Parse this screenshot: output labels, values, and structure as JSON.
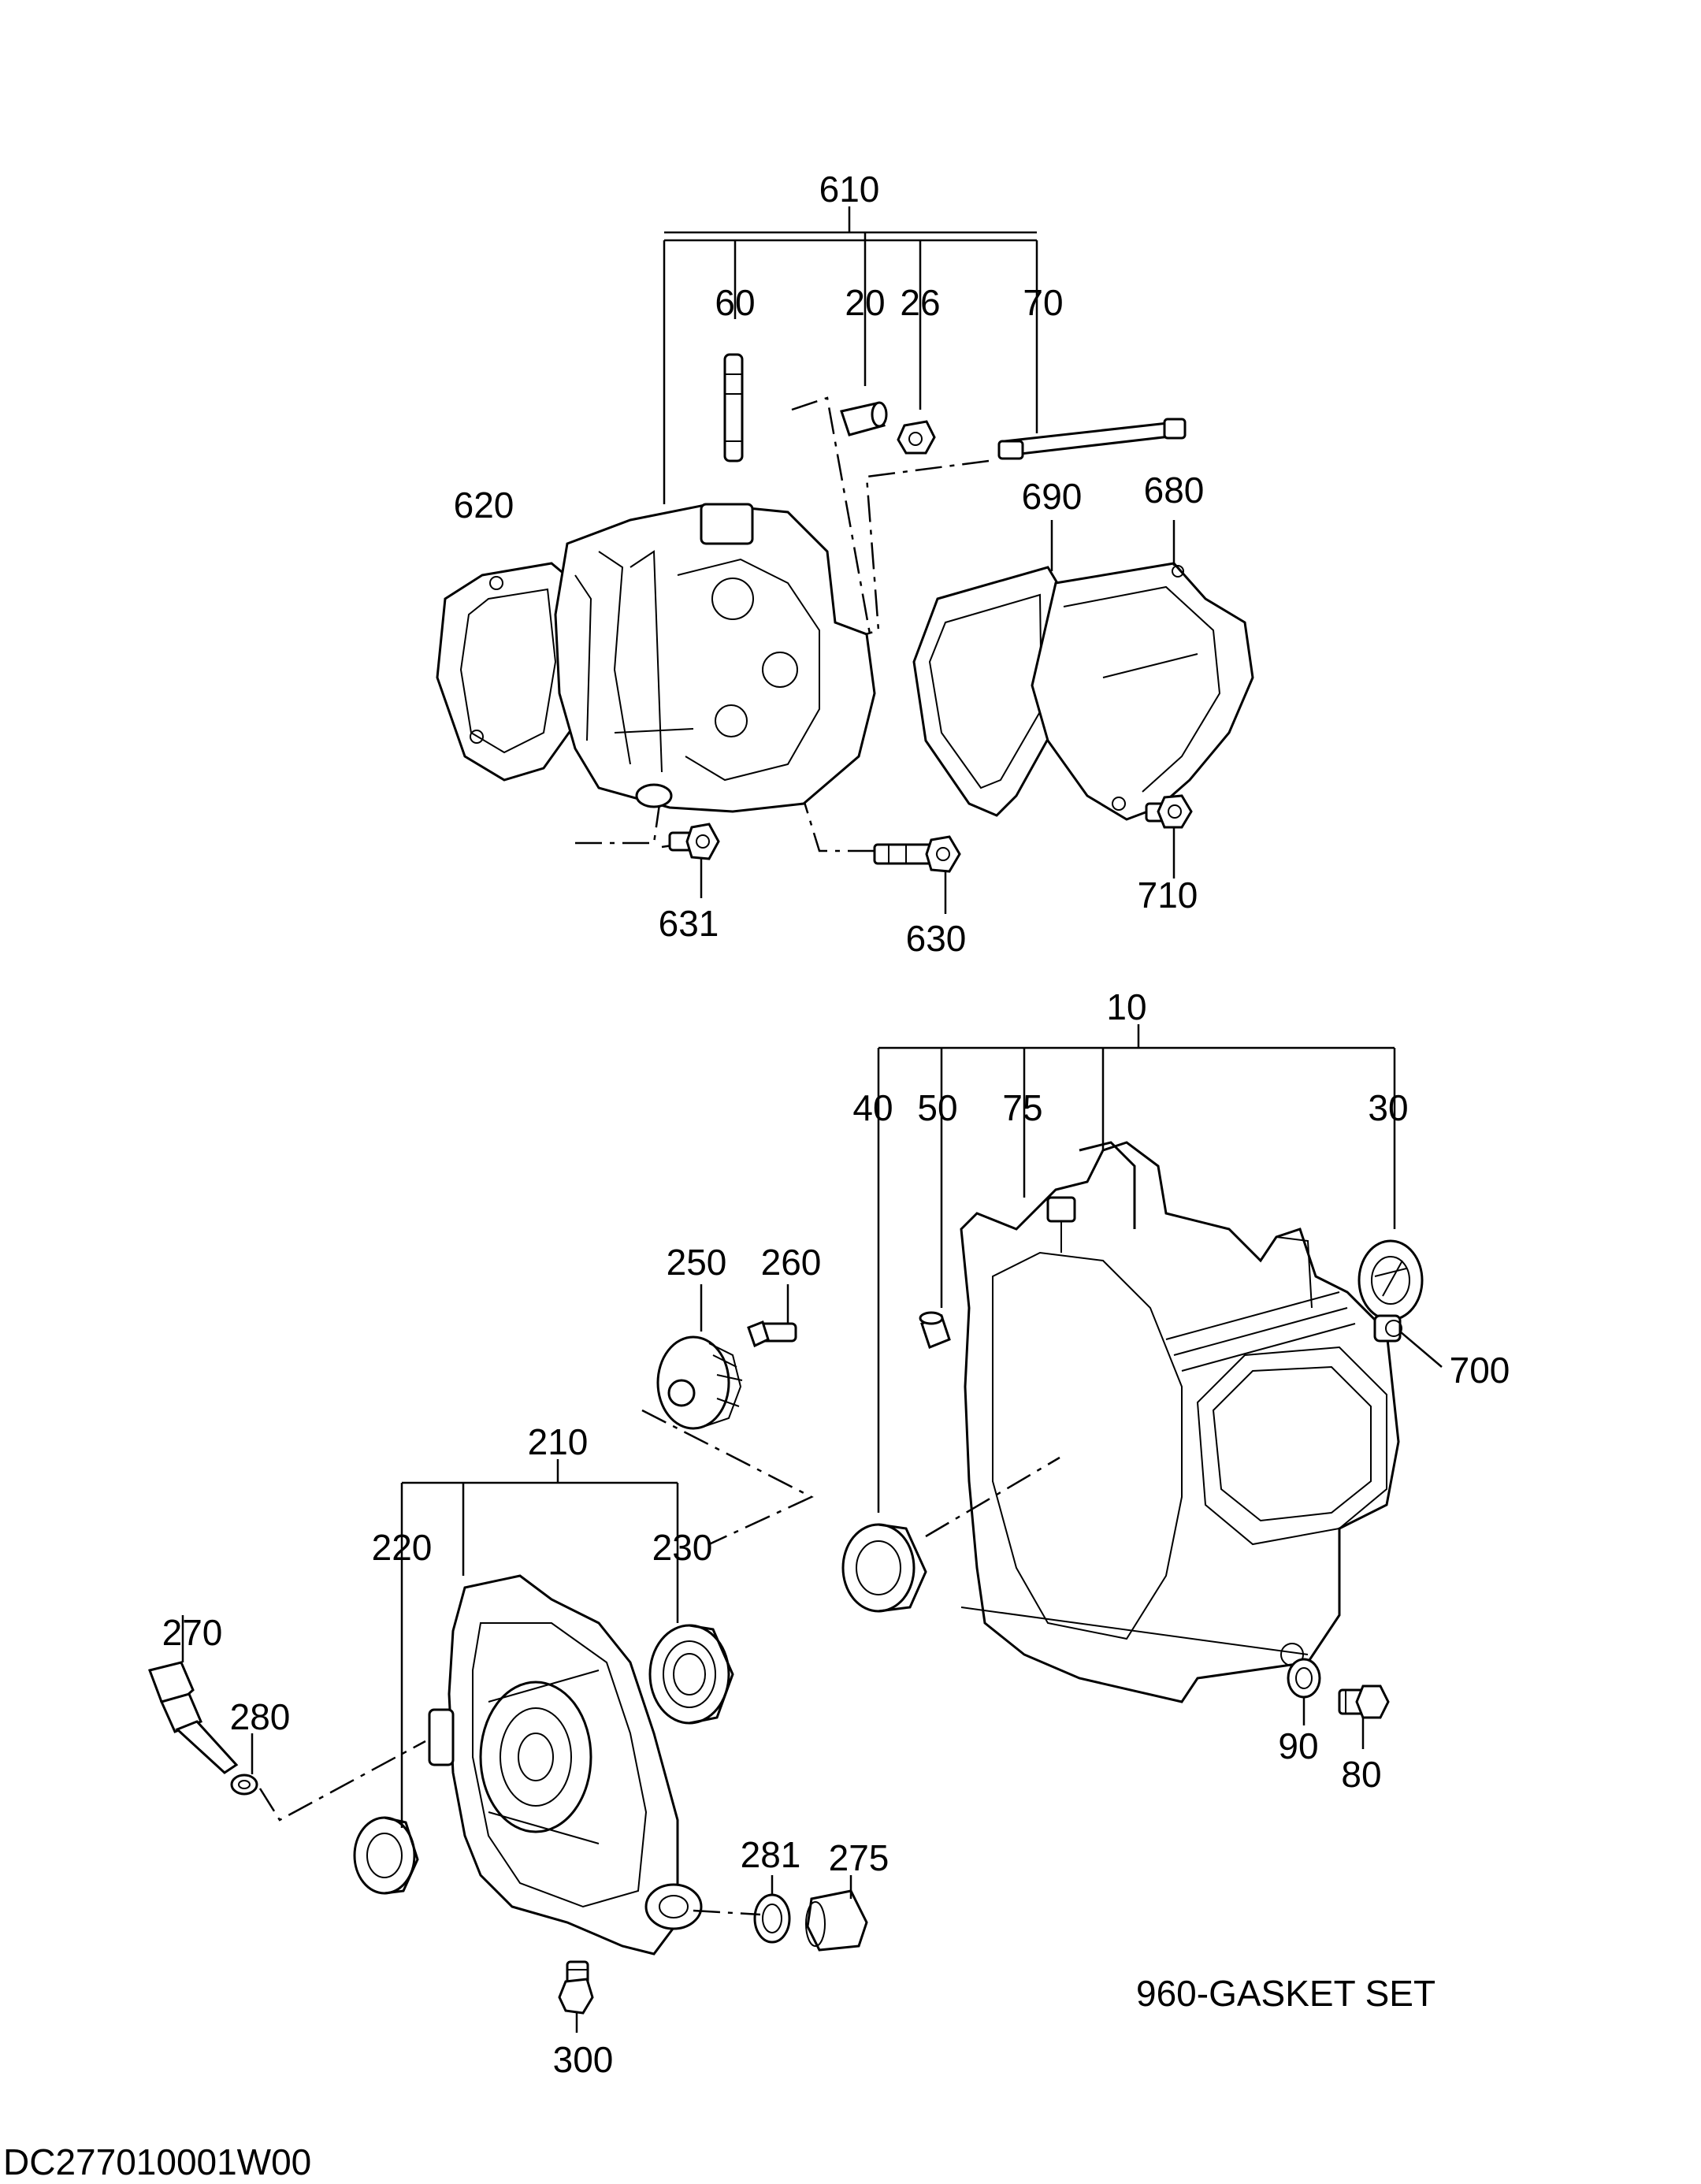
{
  "callouts": {
    "c610": "610",
    "c60": "60",
    "c20": "20",
    "c26": "26",
    "c70": "70",
    "c620": "620",
    "c690": "690",
    "c680": "680",
    "c631": "631",
    "c630": "630",
    "c710": "710",
    "c10": "10",
    "c40": "40",
    "c50": "50",
    "c75": "75",
    "c30": "30",
    "c700": "700",
    "c250": "250",
    "c260": "260",
    "c210": "210",
    "c220": "220",
    "c230": "230",
    "c270": "270",
    "c280": "280",
    "c90": "90",
    "c80": "80",
    "c281": "281",
    "c275": "275",
    "c300": "300"
  },
  "note": "960-GASKET SET",
  "drawing_id": "DC277010001W00"
}
